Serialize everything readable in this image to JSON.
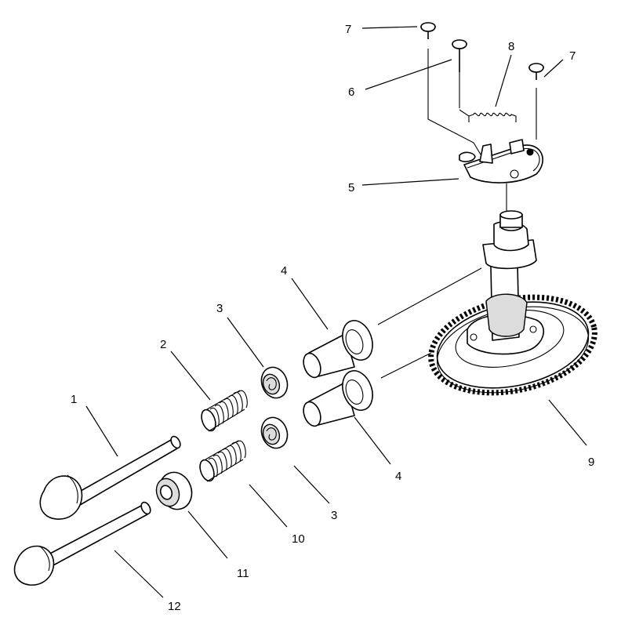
{
  "callouts": [
    {
      "id": "c1",
      "label": "1"
    },
    {
      "id": "c2",
      "label": "2"
    },
    {
      "id": "c3a",
      "label": "3"
    },
    {
      "id": "c3b",
      "label": "3"
    },
    {
      "id": "c4a",
      "label": "4"
    },
    {
      "id": "c4b",
      "label": "4"
    },
    {
      "id": "c5",
      "label": "5"
    },
    {
      "id": "c6",
      "label": "6"
    },
    {
      "id": "c7a",
      "label": "7"
    },
    {
      "id": "c7b",
      "label": "7"
    },
    {
      "id": "c8",
      "label": "8"
    },
    {
      "id": "c9",
      "label": "9"
    },
    {
      "id": "c10",
      "label": "10"
    },
    {
      "id": "c11",
      "label": "11"
    },
    {
      "id": "c12",
      "label": "12"
    }
  ]
}
